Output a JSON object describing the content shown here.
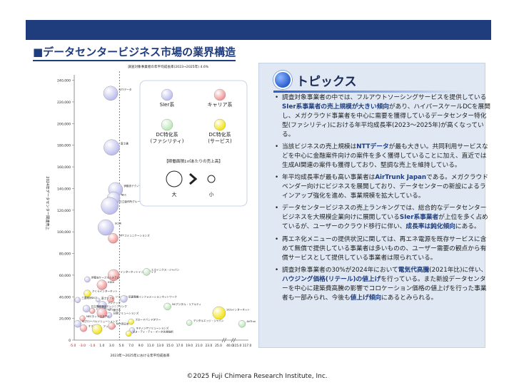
{
  "page_title": "■データセンタービジネス市場の業界構造",
  "copyright": "©2025 Fuji Chimera Research Institute, Inc.",
  "topics": {
    "heading": "トピックス",
    "items": [
      {
        "parts": [
          {
            "t": "調査対象事業者の中では、フルアウトソーシングサービスを提供している"
          },
          {
            "t": "SIer系事業者の売上規模が大きい傾向",
            "hl": true
          },
          {
            "t": "があり、ハイパースケールDCを展開し、メガクラウド事業者を中心に需要を獲得しているデータセンター特化型(ファシリティ)における年平均成長率(2023～2025年)が高くなっている。"
          }
        ]
      },
      {
        "parts": [
          {
            "t": "当該ビジネスの売上規模は"
          },
          {
            "t": "NTTデータ",
            "hl": true
          },
          {
            "t": "が最も大きい。共同利用サービスなどを中心に金融案件向けの案件を多く獲得していることに加え、直近では生成AI関連の案件も獲得しており、堅調な売上を維持している。"
          }
        ]
      },
      {
        "parts": [
          {
            "t": "年平均成長率が最も高い事業者は"
          },
          {
            "t": "AirTrunk Japan",
            "hl": true
          },
          {
            "t": "である。メガクラウドベンダー向けにビジネスを展開しており、データセンターの新設によるラインアップ強化を進め、事業規模を拡大している。"
          }
        ]
      },
      {
        "parts": [
          {
            "t": "データセンタービジネスの売上ランキングでは、総合的なデータセンタービジネスを大規模企業向けに展開している"
          },
          {
            "t": "SIer系事業者",
            "hl": true
          },
          {
            "t": "が上位を多く占めているが、ユーザーのクラウド移行に伴い、"
          },
          {
            "t": "成長率は鈍化傾向",
            "hl": true
          },
          {
            "t": "にある。"
          }
        ]
      },
      {
        "parts": [
          {
            "t": "再エネ化メニューの提供状況に関しては、再エネ電源を既存サービスに含めて無償で提供している事業者は多いものの、ユーザー需要の観点から有償サービスとして提供している事業者は限られている。"
          }
        ]
      },
      {
        "parts": [
          {
            "t": "調査対象事業者の30%が2024年において"
          },
          {
            "t": "電気代高騰",
            "hl": true
          },
          {
            "t": "(2021年比)に伴い、"
          },
          {
            "t": "ハウジング価格(リテール)の値上げ",
            "hl": true
          },
          {
            "t": "を行っている。また新設データセンターを中心に建築費高騰の影響でコロケーション価格の値上げを行った事業者も一部みられ、今後も"
          },
          {
            "t": "値上げ傾向",
            "hl": true
          },
          {
            "t": "にあるとみられる。"
          }
        ]
      }
    ]
  },
  "chart_data": {
    "type": "scatter",
    "annotation": "調査対象事業者の年平均成長率(2023→2025年) 4.6%",
    "reference_x": 4.6,
    "ylabel": "2024年データセンター関連売上",
    "xlabel": "2023年～2025年における年平均成長率",
    "y_ticks": [
      0,
      20000,
      40000,
      60000,
      80000,
      100000,
      120000,
      140000,
      160000,
      180000,
      200000,
      220000,
      240000
    ],
    "x_ticks": [
      "-5.0",
      "-3.0",
      "-1.0",
      "1.0",
      "3.0",
      "5.0",
      "7.0",
      "9.0",
      "11.0",
      "13.0",
      "15.0",
      "17.0",
      "19.0",
      "21.0",
      "23.0",
      "25.0",
      "",
      "40.0",
      "",
      "115.0",
      "117.0"
    ],
    "colors": {
      "sier": "#b9b9ec",
      "carrier": "#ef8c8c",
      "dc_facility": "#b6e6b2",
      "dc_service": "#f2e200"
    },
    "legend": {
      "items": [
        {
          "key": "sier",
          "label": "SIer系"
        },
        {
          "key": "carrier",
          "label": "キャリア系"
        },
        {
          "key": "dc_facility",
          "label": "DC特化系\n(ファシリティ)"
        },
        {
          "key": "dc_service",
          "label": "DC特化系\n(サービス)"
        }
      ],
      "size_title": "【稼働面積1㎡あたりの売上高】",
      "size_big": "大",
      "size_small": "小"
    },
    "points": [
      {
        "label": "NTTデータ",
        "x": 2.8,
        "y": 228000,
        "r": 10,
        "cat": "sier"
      },
      {
        "label": "富士通",
        "x": 3.0,
        "y": 178000,
        "r": 11,
        "cat": "sier"
      },
      {
        "label": "伊藤忠テクノソリューションズ",
        "x": 3.8,
        "y": 139000,
        "r": 10,
        "cat": "sier"
      },
      {
        "label": "NEC",
        "x": 3.4,
        "y": 131000,
        "r": 9,
        "cat": "sier"
      },
      {
        "label": "日立製作所グループ",
        "x": 2.6,
        "y": 124000,
        "r": 12,
        "cat": "sier"
      },
      {
        "label": "SCSK",
        "x": 1.8,
        "y": 104000,
        "r": 11,
        "cat": "sier"
      },
      {
        "label": "NTTコミュニケーションズ",
        "x": 3.3,
        "y": 94000,
        "r": 7,
        "cat": "carrier"
      },
      {
        "label": "インターネットイニシアティブ",
        "x": 3.4,
        "y": 60000,
        "r": 8,
        "cat": "carrier"
      },
      {
        "label": "エクイニクス・ジャパン",
        "x": 10.2,
        "y": 63000,
        "r": 5,
        "cat": "dc_facility"
      },
      {
        "label": "伊藤忠ケーブルシステム",
        "x": -2.0,
        "y": 56000,
        "r": 4,
        "cat": "sier"
      },
      {
        "label": "KDDI",
        "x": 1.0,
        "y": 51000,
        "r": 7,
        "cat": "carrier"
      },
      {
        "label": "さくらインターネット",
        "x": -2.0,
        "y": 43000,
        "r": 5,
        "cat": "dc_service"
      },
      {
        "label": "三菱総研DCS",
        "x": -4.0,
        "y": 37000,
        "r": 4,
        "cat": "sier"
      },
      {
        "label": "ソフトバンク",
        "x": 2.8,
        "y": 38000,
        "r": 5,
        "cat": "carrier"
      },
      {
        "label": "富士ソフト",
        "x": 0.2,
        "y": 37000,
        "r": 3,
        "cat": "sier"
      },
      {
        "label": "インテック",
        "x": 1.1,
        "y": 32000,
        "r": 6,
        "cat": "sier"
      },
      {
        "label": "日立情報通信エンジニアリング",
        "x": -2.2,
        "y": 29000,
        "r": 5,
        "cat": "sier"
      },
      {
        "label": "三菱電機インフォメーションネットワーク",
        "x": 5.5,
        "y": 38000,
        "r": 5,
        "cat": "sier"
      },
      {
        "label": "ビッグローブ",
        "x": -1.0,
        "y": 27000,
        "r": 4,
        "cat": "carrier"
      },
      {
        "label": "NTT東日本",
        "x": 1.0,
        "y": 25000,
        "r": 7,
        "cat": "carrier"
      },
      {
        "label": "日鉄ソリューションズ",
        "x": 2.5,
        "y": 23000,
        "r": 4,
        "cat": "sier"
      },
      {
        "label": "NECネッツエスアイ",
        "x": -3.0,
        "y": 20000,
        "r": 4,
        "cat": "carrier"
      },
      {
        "label": "IIJグローバルソリューションズ",
        "x": -4.0,
        "y": 15000,
        "r": 5,
        "cat": "sier"
      },
      {
        "label": "オプテージ",
        "x": -2.8,
        "y": 11000,
        "r": 5,
        "cat": "carrier"
      },
      {
        "label": "アット東京",
        "x": 0.0,
        "y": 10000,
        "r": 7,
        "cat": "dc_service"
      },
      {
        "label": "NTT西日本",
        "x": 3.0,
        "y": 13000,
        "r": 5,
        "cat": "carrier"
      },
      {
        "label": "ブロードバンドタワー",
        "x": 7.0,
        "y": 17000,
        "r": 4,
        "cat": "dc_service"
      },
      {
        "label": "キヤノンITソリューションズ",
        "x": 7.2,
        "y": 9000,
        "r": 4,
        "cat": "sier"
      },
      {
        "label": "エヌ・ティ・ティ・データ先端技術",
        "x": 6.5,
        "y": 6000,
        "r": 4,
        "cat": "dc_service"
      },
      {
        "label": "NCデジタル・リアルティ",
        "x": 14.5,
        "y": 31000,
        "r": 5,
        "cat": "dc_facility"
      },
      {
        "label": "デジタルエッジ・ジャパン",
        "x": 19.0,
        "y": 16000,
        "r": 4,
        "cat": "dc_facility"
      },
      {
        "label": "SCGインターネット",
        "x": 25.8,
        "y": 25000,
        "r": 9,
        "cat": "dc_service"
      },
      {
        "label": "AirTrunk Japan",
        "x": 116.0,
        "y": 15000,
        "r": 5,
        "cat": "dc_facility"
      }
    ]
  }
}
